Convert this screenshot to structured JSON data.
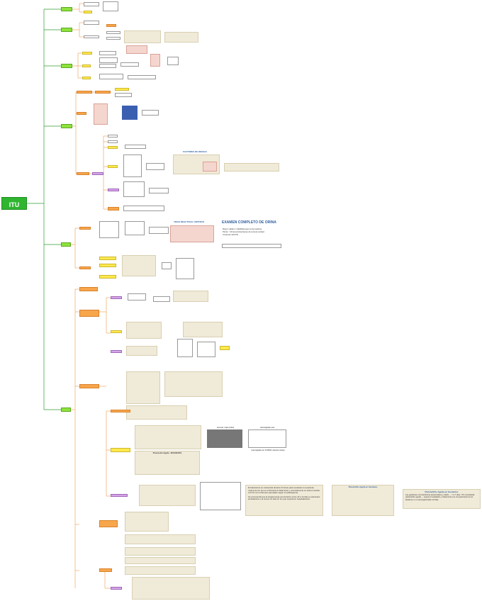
{
  "diagram": {
    "root": "ITU"
  },
  "colors": {
    "root": "#2fb52f",
    "branch": "#8ee23d",
    "orange": "#f7a64c",
    "yellow": "#ffe94d",
    "purple": "#d6a6e8",
    "beige": "#f0ead8",
    "title_blue": "#2f5fa0",
    "accent_red": "#e03030"
  },
  "sections": {
    "examen": {
      "title": "EXAMEN COMPLETO DE ORINA",
      "bullets": [
        "Mayor validez o fiabilidad que la tira reactiva.",
        "Piuria: >10 leucocitos/campo de tercera unidad.",
        "Cociente>100 PN"
      ],
      "tiras": "TIRAS REACTIVAS / DIPSTICK"
    },
    "tratamiento": {
      "text1": "El tratamiento se mantendrá durante 10 horas para reevaluar si el paciente mejora de ser así se continuará el tratamiento y eventualmente se hará el cambio a la VO con el fármaco apropiado según el antibiograma.",
      "text2": "Se recomienda que la terapia tenga una duración entre 10 a 14 días en pacientes ambulatorios y al menos 14 días en los que requirieron hospitalización."
    },
    "pielonefritis": {
      "title": "Pielonefritis Aguda en Gestantes",
      "text": "Las gestantes con bacteriuria asintomática y cistitis → 7 a 7 días. ITU complicada pielonefritis aguda → ingreso hospitalario y tratamiento por vía parenteral con β-lactámico o un aminoglucósido 10 días."
    },
    "factores": {
      "title": "FACTORES DE RIESGO"
    },
    "imaging": {
      "left_caption": "Aumento / capa cortical",
      "right_caption": "Gammagrafía renal",
      "bottom_caption": "Gammagrafía con Tc-DMSA: defectos (zonas)"
    },
    "prevencion": {
      "title": "Prevención Aguda - ECOGRAFÍA"
    },
    "cultivo": {
      "title": "Cultivo de orina"
    }
  }
}
